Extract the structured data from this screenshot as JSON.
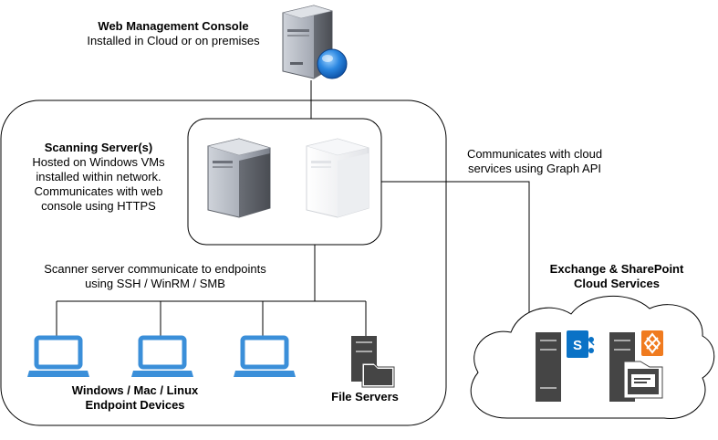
{
  "web_console": {
    "title": "Web Management Console",
    "subtitle": "Installed in Cloud or on premises"
  },
  "scanning_server": {
    "title": "Scanning Server(s)",
    "lines": [
      "Hosted on Windows VMs",
      "installed within network.",
      "Communicates with web",
      "console using HTTPS"
    ]
  },
  "cloud_link": {
    "lines": [
      "Communicates with cloud",
      "services using Graph API"
    ]
  },
  "endpoint_link": {
    "lines": [
      "Scanner server communicate to endpoints",
      "using SSH / WinRM / SMB"
    ]
  },
  "endpoints": {
    "lines": [
      "Windows / Mac / Linux",
      "Endpoint Devices"
    ]
  },
  "file_servers": {
    "label": "File Servers"
  },
  "cloud_services": {
    "lines": [
      "Exchange & SharePoint",
      "Cloud Services"
    ]
  },
  "icons": {
    "laptop_color": "#3b8fd9",
    "server_dark": "#454545",
    "sharepoint_color": "#0a72c6",
    "exchange_color": "#f07b1f"
  }
}
